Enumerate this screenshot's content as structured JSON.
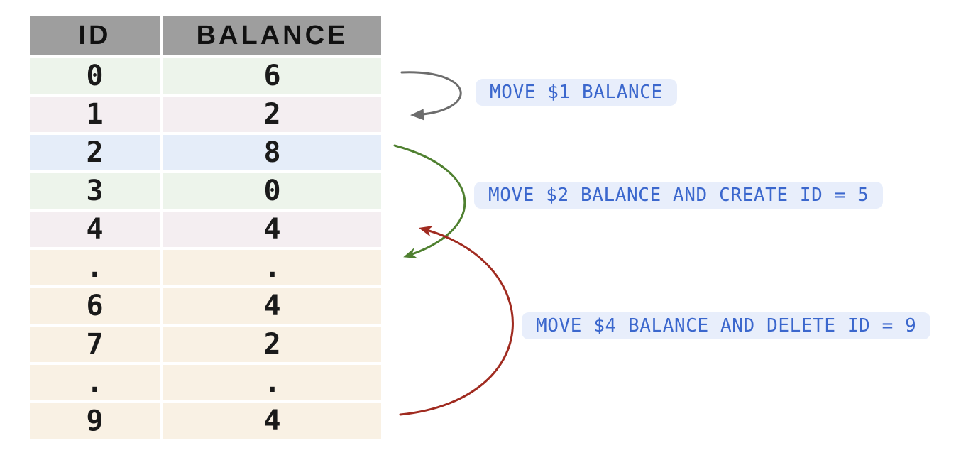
{
  "colors": {
    "header_bg": "#9e9e9e",
    "row_green": "#edf4eb",
    "row_pink": "#f4eef1",
    "row_blue": "#e5edf9",
    "row_cream": "#f9f1e4",
    "cell_text": "#1a1a1a",
    "pill_bg": "#e8eefb",
    "pill_text": "#3b67cd",
    "arrow_gray": "#6d6d6d",
    "arrow_green": "#4f8030",
    "arrow_red": "#a02b20"
  },
  "table": {
    "headers": [
      "ID",
      "BALANCE"
    ],
    "rows": [
      {
        "id": "0",
        "balance": "6",
        "color": "green"
      },
      {
        "id": "1",
        "balance": "2",
        "color": "pink"
      },
      {
        "id": "2",
        "balance": "8",
        "color": "blue"
      },
      {
        "id": "3",
        "balance": "0",
        "color": "green"
      },
      {
        "id": "4",
        "balance": "4",
        "color": "pink"
      },
      {
        "id": ".",
        "balance": ".",
        "color": "cream"
      },
      {
        "id": "6",
        "balance": "4",
        "color": "cream"
      },
      {
        "id": "7",
        "balance": "2",
        "color": "cream"
      },
      {
        "id": ".",
        "balance": ".",
        "color": "cream"
      },
      {
        "id": "9",
        "balance": "4",
        "color": "cream"
      }
    ]
  },
  "annotations": [
    {
      "label": "MOVE $1 BALANCE",
      "arrow_color": "#6d6d6d",
      "from_id": "0",
      "to_id": "1"
    },
    {
      "label": "MOVE $2 BALANCE AND CREATE ID = 5",
      "arrow_color": "#4f8030",
      "from_id": "2",
      "to_id": "5"
    },
    {
      "label": "MOVE $4 BALANCE AND DELETE ID = 9",
      "arrow_color": "#a02b20",
      "from_id": "9",
      "to_id": "4"
    }
  ]
}
